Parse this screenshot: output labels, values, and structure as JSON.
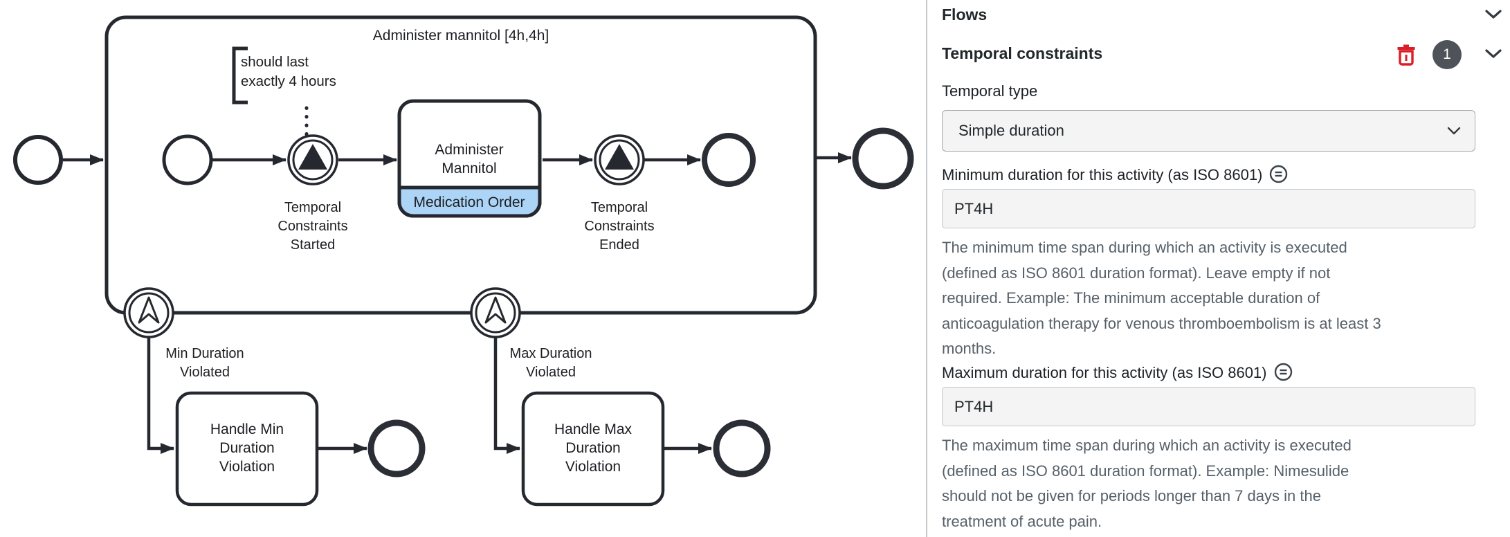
{
  "diagram": {
    "subprocess_title": "Administer mannitol [4h,4h]",
    "annotation_lines": [
      "should last",
      "exactly 4 hours"
    ],
    "start_task_lines": [
      "Administer",
      "Mannitol"
    ],
    "start_task_badge": "Medication Order",
    "tc_started_lines": [
      "Temporal",
      "Constraints",
      "Started"
    ],
    "tc_ended_lines": [
      "Temporal",
      "Constraints",
      "Ended"
    ],
    "boundary_min_lines": [
      "Min Duration",
      "Violated"
    ],
    "boundary_max_lines": [
      "Max Duration",
      "Violated"
    ],
    "handle_min_lines": [
      "Handle Min",
      "Duration",
      "Violation"
    ],
    "handle_max_lines": [
      "Handle Max",
      "Duration",
      "Violation"
    ],
    "colors": {
      "stroke": "#25282f",
      "medication_badge_fill": "#abd4f6"
    }
  },
  "panel": {
    "flows_title": "Flows",
    "temporal_title": "Temporal constraints",
    "badge_count": "1",
    "temporal_type_label": "Temporal type",
    "temporal_type_value": "Simple duration",
    "min_label": "Minimum duration for this activity (as ISO 8601)",
    "min_value": "PT4H",
    "min_help_lines": [
      "The minimum time span during which an activity is executed",
      "(defined as ISO 8601 duration format). Leave empty if not",
      "required. Example: The minimum acceptable duration of",
      "anticoagulation therapy for venous thromboembolism is at least 3",
      "months."
    ],
    "max_label": "Maximum duration for this activity (as ISO 8601)",
    "max_value": "PT4H",
    "max_help_lines": [
      "The maximum time span during which an activity is executed",
      "(defined as ISO 8601 duration format). Example: Nimesulide",
      "should not be given for periods longer than 7 days in the",
      "treatment of acute pain."
    ],
    "colors": {
      "delete_red": "#da1e28",
      "badge_bg": "#4d5358",
      "helper_text": "#566069"
    }
  }
}
